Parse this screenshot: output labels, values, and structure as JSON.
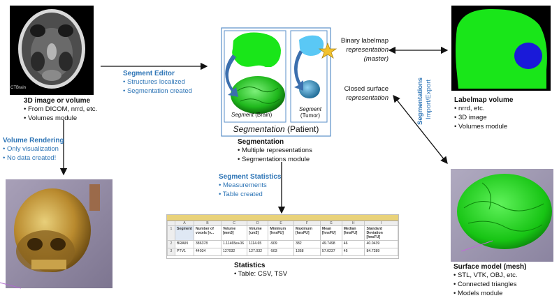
{
  "ct_slice": {
    "watermark": "CTBrain"
  },
  "image_volume": {
    "title": "3D image or volume",
    "bullets": [
      "From DICOM, nrrd, etc.",
      "Volumes module"
    ]
  },
  "segment_editor": {
    "title": "Segment Editor",
    "bullets": [
      "Structures localized",
      "Segmentation created"
    ]
  },
  "volume_rendering": {
    "title": "Volume Rendering",
    "bullets": [
      "Only visualization",
      "No data created!"
    ]
  },
  "segmentation_box": {
    "brain_label_italic": "Segment",
    "brain_label_rest": " (Brain)",
    "tumor_label_italic": "Segment",
    "tumor_label_rest": "(Tumor)",
    "caption_italic": "Segmentation",
    "caption_rest": " (Patient)"
  },
  "segmentation": {
    "title": "Segmentation",
    "bullets": [
      "Multiple representations",
      "Segmentations module"
    ]
  },
  "binary_repr": {
    "line1": "Binary labelmap",
    "line2": "representation",
    "line3": "(master)"
  },
  "closed_repr": {
    "line1": "Closed surface",
    "line2": "representation"
  },
  "segmentations_io": {
    "line1": "Segmentations",
    "line2": "Import/Export"
  },
  "labelmap": {
    "title": "Labelmap volume",
    "bullets": [
      "nrrd, etc.",
      "3D image",
      "Volumes module"
    ]
  },
  "surface": {
    "title": "Surface model (mesh)",
    "bullets": [
      "STL, VTK, OBJ, etc.",
      "Connected triangles",
      "Models module"
    ]
  },
  "segment_statistics": {
    "title": "Segment Statistics",
    "bullets": [
      "Measurements",
      "Table created"
    ]
  },
  "statistics": {
    "title": "Statistics",
    "bullets": [
      "Table: CSV, TSV"
    ]
  },
  "stats_table": {
    "column_letters": [
      "A",
      "B",
      "C",
      "D",
      "E",
      "F",
      "G",
      "H",
      "I"
    ],
    "headers": [
      "Segment",
      "Number of voxels [v...",
      "Volume [mm3]",
      "Volume [cm3]",
      "Minimum [hnsFU]",
      "Maximum [hnsFU]",
      "Mean [hnsFU]",
      "Median [hnsFU]",
      "Standard Deviation [hnsFU]"
    ],
    "rows": [
      [
        "BRAIN",
        "386378",
        "1.11465e+06",
        "1114.65",
        "-909",
        "382",
        "49.7498",
        "46",
        "40.0439"
      ],
      [
        "PTV1",
        "44034",
        "127032",
        "127.032",
        "-503",
        "1358",
        "57.0237",
        "45",
        "84.7289"
      ]
    ]
  },
  "colors": {
    "accent": "#2e75b6",
    "segment_green": "#19e619",
    "tumor_blue": "#1a1ad9",
    "arrow_fill": "#3b6fae"
  }
}
